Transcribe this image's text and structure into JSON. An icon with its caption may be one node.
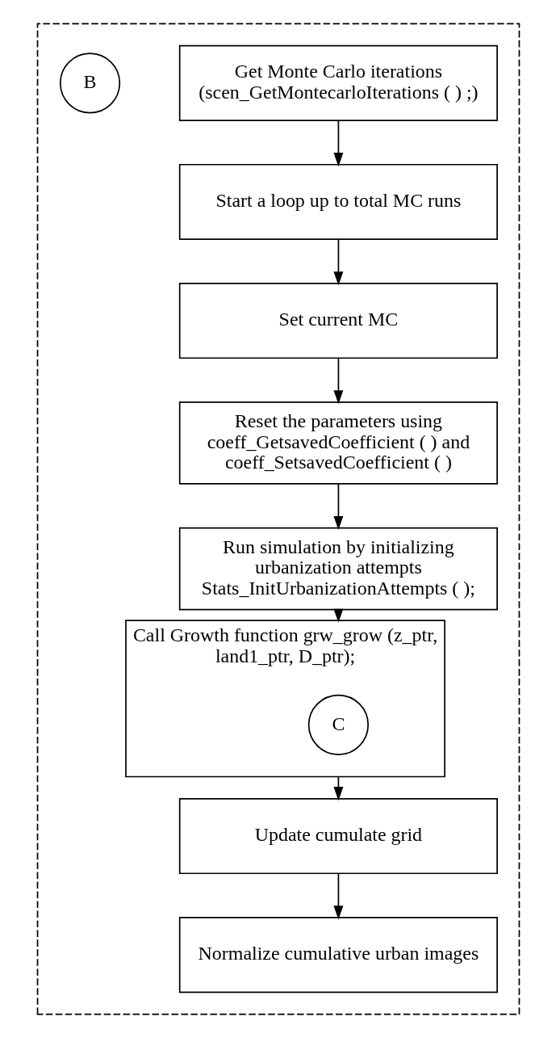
{
  "diagram": {
    "nodes": [
      {
        "text": [],
        "shape": "box"
      },
      {
        "text": [
          "Get Monte Carlo iterations (scen_GetMontecarloIterations ( ) ;)"
        ],
        "in": 0
      },
      {
        "text": [
          "B"
        ],
        "in": 0
      },
      {
        "text": [
          "Start a loop up to total MC runs"
        ],
        "in": 0
      },
      {
        "text": [
          "Set current MC"
        ],
        "in": 0
      },
      {
        "text": [
          "Reset the parameters using coeff_GetsavedCoefficient ( ) and coeff_SetsavedCoefficient ( )"
        ],
        "in": 0
      },
      {
        "text": [
          "Run simulation by initializing urbanization attempts Stats_InitUrbanizationAttempts ( );"
        ],
        "in": 0
      },
      {
        "text": [
          "Call Growth function grw_grow (z_ptr, land1_ptr, D_ptr);"
        ],
        "in": 0
      },
      {
        "text": [
          "C"
        ],
        "in": 7
      },
      {
        "text": [
          "Update cumulate grid"
        ],
        "in": 0
      },
      {
        "text": [
          "Normalize cumulative urban images"
        ],
        "in": 0
      }
    ],
    "edges": [
      {
        "from": 1,
        "to": 3,
        "arrow": "to"
      },
      {
        "from": 3,
        "to": 4,
        "arrow": "to"
      },
      {
        "from": 4,
        "to": 5,
        "arrow": "to"
      },
      {
        "from": 5,
        "to": 6,
        "arrow": "to"
      },
      {
        "from": 6,
        "to": 7,
        "arrow": "to"
      },
      {
        "from": 7,
        "to": 9,
        "arrow": "to"
      },
      {
        "from": 9,
        "to": 10,
        "arrow": "to"
      }
    ]
  }
}
